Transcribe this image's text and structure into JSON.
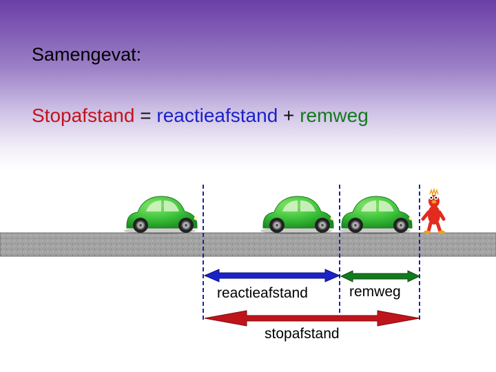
{
  "heading": "Samengevat:",
  "formula": {
    "stop": "Stopafstand",
    "eq": "=",
    "reaction": "reactieafstand",
    "plus": "+",
    "braking": "remweg"
  },
  "labels": {
    "reaction": "reactieafstand",
    "braking": "remweg",
    "stop": "stopafstand"
  },
  "colors": {
    "stop": "#c0141b",
    "reaction": "#1a22c8",
    "braking": "#127a1c",
    "car": "#3cc23a",
    "road": "#a9a9a9"
  },
  "icons": [
    "car-icon",
    "car-icon",
    "car-icon",
    "character-icon"
  ]
}
